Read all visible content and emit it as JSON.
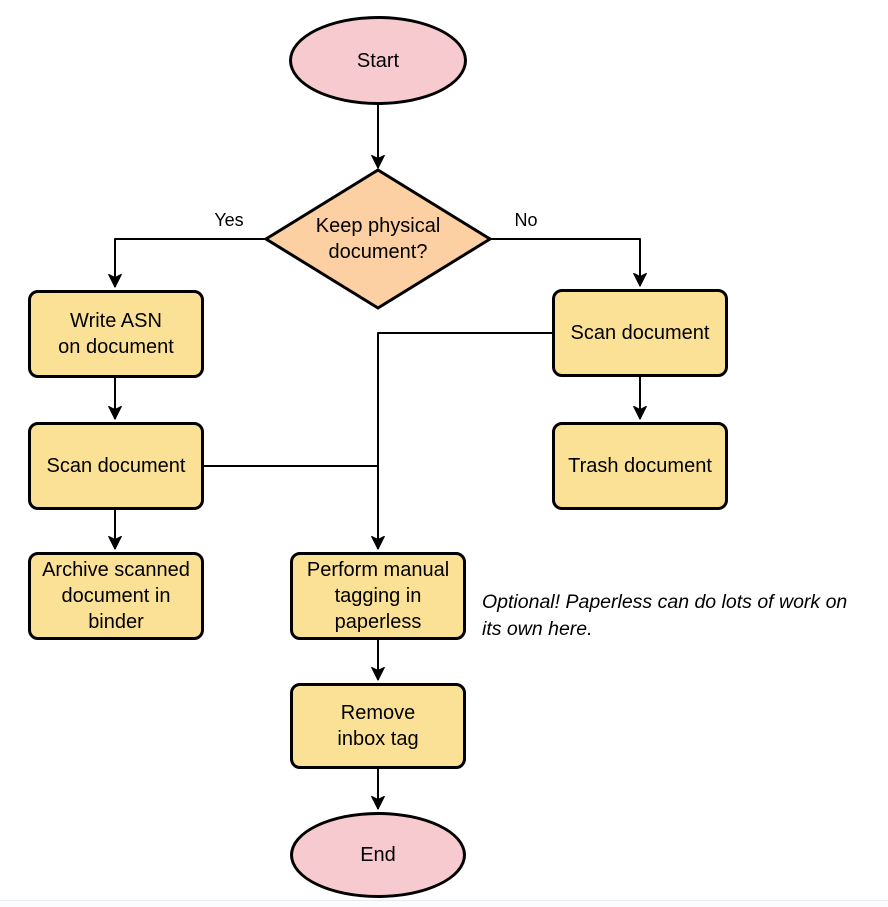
{
  "diagram": {
    "colors": {
      "terminal_fill": "#f7cacf",
      "decision_fill": "#fcd0a2",
      "process_fill": "#fbe196",
      "stroke": "#000000"
    },
    "nodes": {
      "start": {
        "lines": [
          "Start"
        ]
      },
      "decision": {
        "lines": [
          "Keep physical",
          "document?"
        ]
      },
      "write_asn": {
        "lines": [
          "Write ASN",
          "on document"
        ]
      },
      "scan_left": {
        "lines": [
          "Scan document"
        ]
      },
      "archive": {
        "lines": [
          "Archive scanned",
          "document in",
          "binder"
        ]
      },
      "scan_right": {
        "lines": [
          "Scan document"
        ]
      },
      "trash": {
        "lines": [
          "Trash document"
        ]
      },
      "tagging": {
        "lines": [
          "Perform manual",
          "tagging in",
          "paperless"
        ]
      },
      "remove_inbox": {
        "lines": [
          "Remove",
          "inbox tag"
        ]
      },
      "end": {
        "lines": [
          "End"
        ]
      }
    },
    "edge_labels": {
      "yes": "Yes",
      "no": "No"
    },
    "annotation": {
      "lines": [
        "Optional! Paperless can do lots of work on",
        "its own here."
      ]
    }
  }
}
